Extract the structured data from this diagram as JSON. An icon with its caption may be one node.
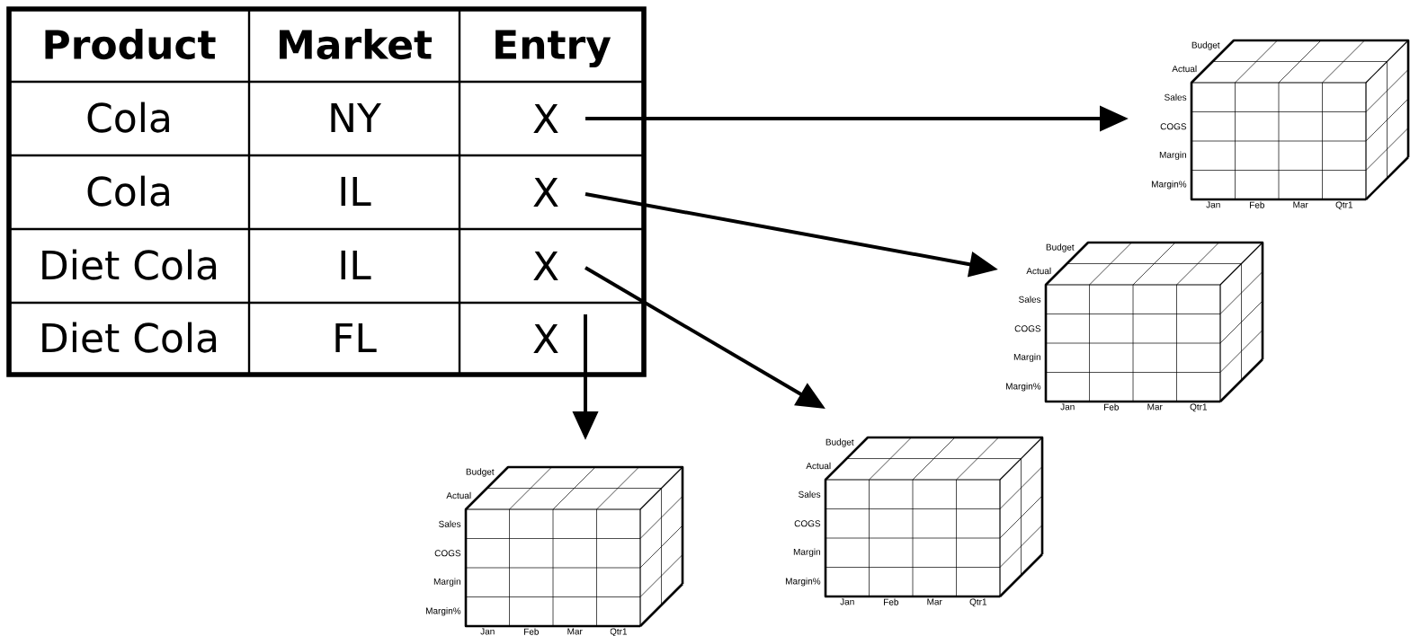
{
  "diagram": {
    "nodes": [
      {
        "text": [
          "X"
        ]
      },
      {
        "text": [
          "X"
        ]
      },
      {
        "text": [
          "X"
        ]
      },
      {
        "text": [
          "X"
        ]
      },
      {
        "text": [
          "Budget",
          "Actual",
          "Sales",
          "COGS",
          "Margin",
          "Margin%",
          "Jan",
          "Feb",
          "Mar",
          "Qtr1"
        ]
      },
      {
        "text": [
          "Budget",
          "Actual",
          "Sales",
          "COGS",
          "Margin",
          "Margin%",
          "Jan",
          "Feb",
          "Mar",
          "Qtr1"
        ]
      },
      {
        "text": [
          "Budget",
          "Actual",
          "Sales",
          "COGS",
          "Margin",
          "Margin%",
          "Jan",
          "Feb",
          "Mar",
          "Qtr1"
        ]
      },
      {
        "text": [
          "Budget",
          "Actual",
          "Sales",
          "COGS",
          "Margin",
          "Margin%",
          "Jan",
          "Feb",
          "Mar",
          "Qtr1"
        ]
      }
    ],
    "edges": [
      {
        "from": 0,
        "to": 4,
        "arrow": "to"
      },
      {
        "from": 1,
        "to": 5,
        "arrow": "to"
      },
      {
        "from": 2,
        "to": 6,
        "arrow": "to"
      },
      {
        "from": 3,
        "to": 7,
        "arrow": "to"
      }
    ],
    "labels": [
      "Product",
      "Market",
      "Entry",
      "Cola",
      "NY",
      "Cola",
      "IL",
      "Diet Cola",
      "IL",
      "Diet Cola",
      "FL"
    ]
  }
}
